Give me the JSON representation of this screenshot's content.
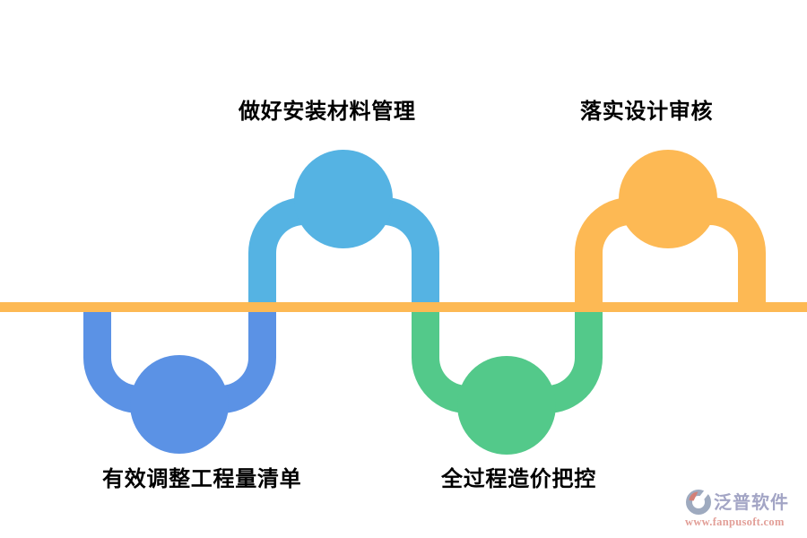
{
  "diagram": {
    "type": "process-flow-wave",
    "background_color": "#FFFFFF",
    "baseline_color": "#FDB954",
    "label_color": "#000000",
    "steps": [
      {
        "label": "有效调整工程量清单",
        "color": "#5B92E5",
        "position": "bottom-left"
      },
      {
        "label": "做好安装材料管理",
        "color": "#55B3E3",
        "position": "top-left"
      },
      {
        "label": "全过程造价把控",
        "color": "#53C98A",
        "position": "bottom-center"
      },
      {
        "label": "落实设计审核",
        "color": "#FDB954",
        "position": "top-right"
      }
    ]
  },
  "watermark": {
    "brand": "泛普软件",
    "url": "www.fanpusoft.com",
    "brand_color": "#9396BC",
    "url_color": "#DD8E85",
    "logo_ring_color": "#8E9CB4",
    "logo_accent_color": "#CC6B60"
  }
}
